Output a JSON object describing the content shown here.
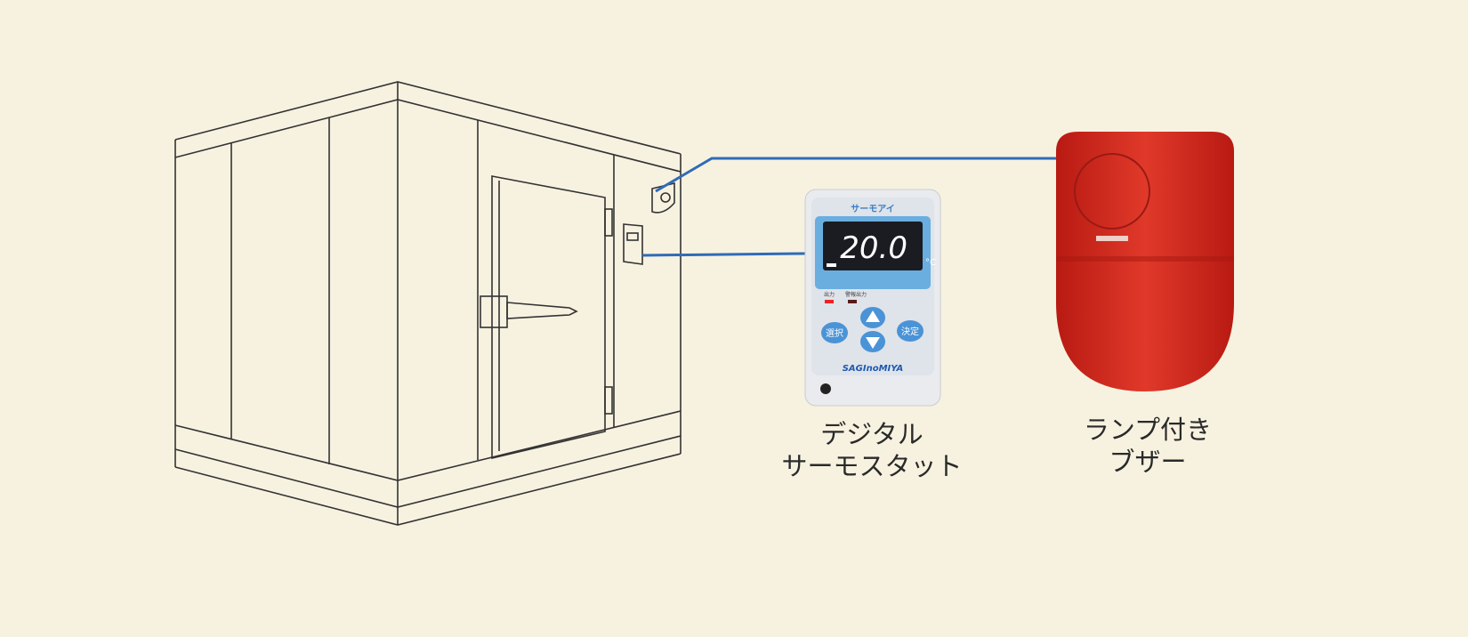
{
  "thermostat": {
    "label_line1": "デジタル",
    "label_line2": "サーモスタット",
    "brand_top": "サーモアイ",
    "display_value": "20.0",
    "unit": "°C",
    "indicator_out": "出力",
    "indicator_alarm": "警報出力",
    "btn_select": "選択",
    "btn_enter": "決定",
    "maker": "SAGInoMIYA"
  },
  "buzzer": {
    "label_line1": "ランプ付き",
    "label_line2": "ブザー"
  },
  "colors": {
    "background": "#f7f2e0",
    "wire": "#2f6bb8",
    "buzzer": "#d42a1e",
    "panel": "#5aa2dc"
  }
}
